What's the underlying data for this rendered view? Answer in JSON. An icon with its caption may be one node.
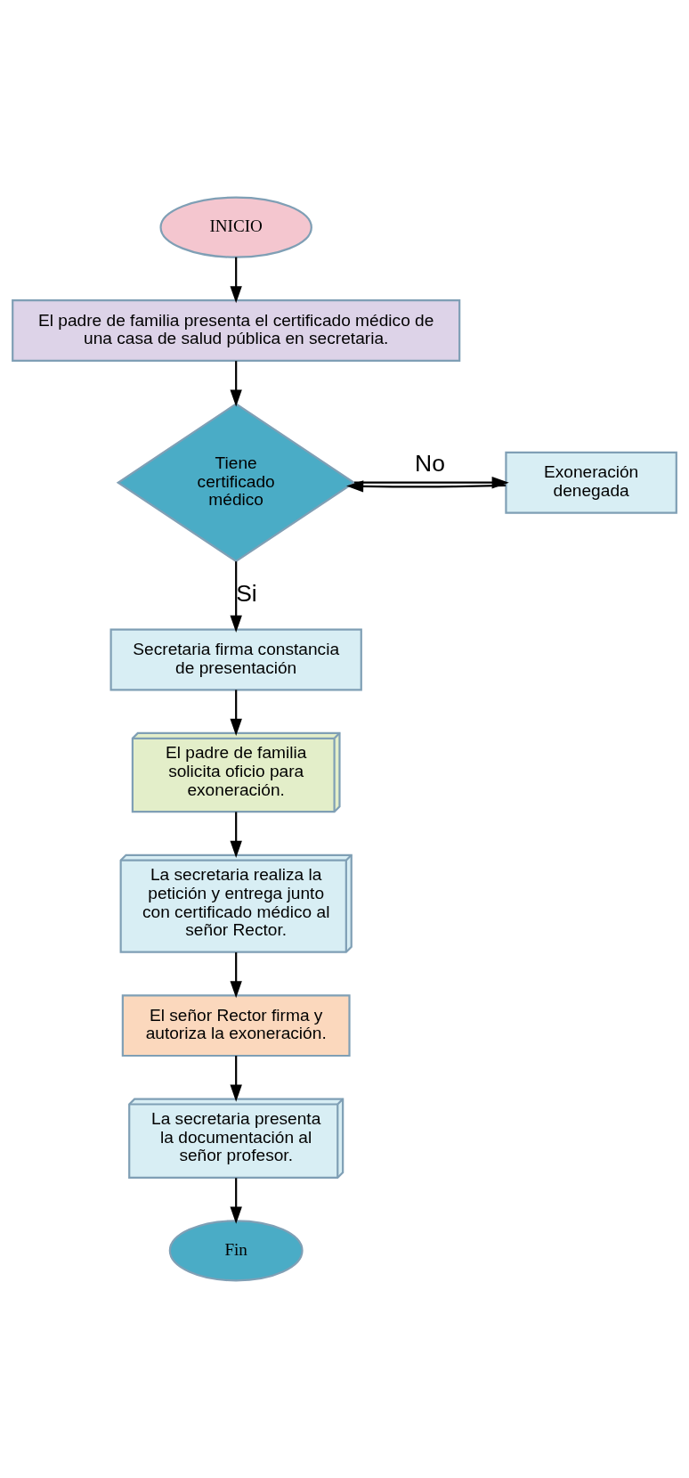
{
  "diagram": {
    "nodes": [
      {
        "text": [
          "INICIO"
        ]
      },
      {
        "text": [
          "El padre de familia presenta el certificado médico de una casa de salud pública en secretaria."
        ]
      },
      {
        "text": [
          "Tiene certificado médico"
        ]
      },
      {
        "text": [
          "Exoneración denegada"
        ]
      },
      {
        "text": [
          "Secretaria firma constancia de presentación"
        ]
      },
      {
        "text": [
          "El padre de familia solicita oficio para exoneración."
        ]
      },
      {
        "text": [
          "La secretaria realiza la petición y entrega junto con certificado médico al señor Rector."
        ]
      },
      {
        "text": [
          "El señor Rector firma y autoriza la exoneración."
        ]
      },
      {
        "text": [
          "La secretaria presenta la documentación al señor profesor."
        ]
      },
      {
        "text": [
          "Fin"
        ]
      }
    ],
    "edges": [
      {
        "from": 0,
        "to": 1,
        "arrow": "to"
      },
      {
        "from": 1,
        "to": 2,
        "arrow": "to"
      },
      {
        "from": 2,
        "to": 3,
        "arrow": "to",
        "label": "No"
      },
      {
        "from": 3,
        "to": 2,
        "arrow": "to"
      },
      {
        "from": 2,
        "to": 4,
        "arrow": "to",
        "label": "Si"
      },
      {
        "from": 4,
        "to": 5,
        "arrow": "to"
      },
      {
        "from": 5,
        "to": 6,
        "arrow": "to"
      },
      {
        "from": 6,
        "to": 7,
        "arrow": "to"
      },
      {
        "from": 7,
        "to": 8,
        "arrow": "to"
      },
      {
        "from": 8,
        "to": 9,
        "arrow": "to"
      }
    ]
  }
}
